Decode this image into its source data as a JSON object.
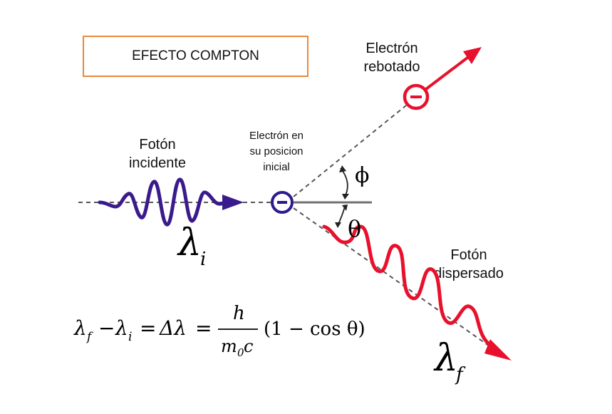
{
  "title": "EFECTO COMPTON",
  "labels": {
    "incident_photon": [
      "Fotón",
      "incidente"
    ],
    "electron_initial": [
      "Electrón en",
      "su posicion",
      "inicial"
    ],
    "recoil_electron": [
      "Electrón",
      "rebotado"
    ],
    "scattered_photon": [
      "Fotón",
      "dispersado"
    ]
  },
  "symbols": {
    "lambda_i": "λ",
    "sub_i": "i",
    "lambda_f": "λ",
    "sub_f": "f",
    "phi": "ϕ",
    "theta": "θ",
    "electron_sign": "−"
  },
  "equation": {
    "lhs_lambda_f": "λ",
    "lhs_sub_f": "f",
    "minus": "−",
    "lhs_lambda_i": "λ",
    "lhs_sub_i": "i",
    "equals1": "=",
    "delta_lambda": "Δλ",
    "equals2": "=",
    "numerator": "h",
    "denominator_m": "m",
    "denominator_sub": "0",
    "denominator_c": "c",
    "factor": "(1 − cos θ)"
  },
  "colors": {
    "incident_wave": "#3a1a8c",
    "scattered_wave": "#e8112d",
    "title_border": "#e8893a",
    "dashed_line": "#555555"
  }
}
